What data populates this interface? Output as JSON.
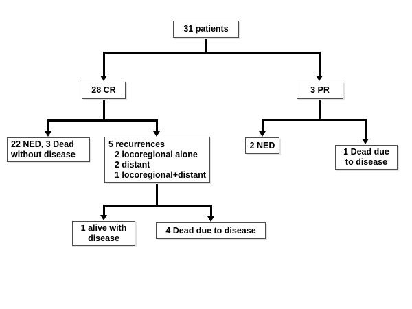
{
  "diagram": {
    "type": "flowchart",
    "title": "",
    "nodes": [
      {
        "id": "root",
        "name": "total-patients",
        "lines": [
          "31 patients"
        ]
      },
      {
        "id": "cr",
        "name": "complete-response",
        "lines": [
          "28 CR"
        ]
      },
      {
        "id": "pr",
        "name": "partial-response",
        "lines": [
          "3 PR"
        ]
      },
      {
        "id": "ned_dead",
        "name": "ned-and-dead-without-disease",
        "lines": [
          "22 NED, 3 Dead",
          "without disease"
        ]
      },
      {
        "id": "recurrences",
        "name": "recurrences",
        "lines": [
          "5 recurrences",
          "2 locoregional alone",
          "2 distant",
          "1 locoregional+distant"
        ]
      },
      {
        "id": "ned2",
        "name": "ned-partial-response",
        "lines": [
          "2 NED"
        ]
      },
      {
        "id": "dead1",
        "name": "dead-due-to-disease-pr",
        "lines": [
          "1 Dead due",
          "to disease"
        ]
      },
      {
        "id": "alive",
        "name": "alive-with-disease",
        "lines": [
          "1 alive with",
          "disease"
        ]
      },
      {
        "id": "dead4",
        "name": "dead-due-to-disease-cr",
        "lines": [
          "4 Dead due to disease"
        ]
      }
    ],
    "edges": [
      {
        "from": "root",
        "to": "cr"
      },
      {
        "from": "root",
        "to": "pr"
      },
      {
        "from": "cr",
        "to": "ned_dead"
      },
      {
        "from": "cr",
        "to": "recurrences"
      },
      {
        "from": "pr",
        "to": "ned2"
      },
      {
        "from": "pr",
        "to": "dead1"
      },
      {
        "from": "recurrences",
        "to": "alive"
      },
      {
        "from": "recurrences",
        "to": "dead4"
      }
    ],
    "colors": {
      "background": "#ffffff",
      "node_fill": "#ffffff",
      "node_border": "#4d4d4d",
      "connector": "#000000",
      "text": "#000000",
      "shadow": "#e2e2e2"
    }
  }
}
